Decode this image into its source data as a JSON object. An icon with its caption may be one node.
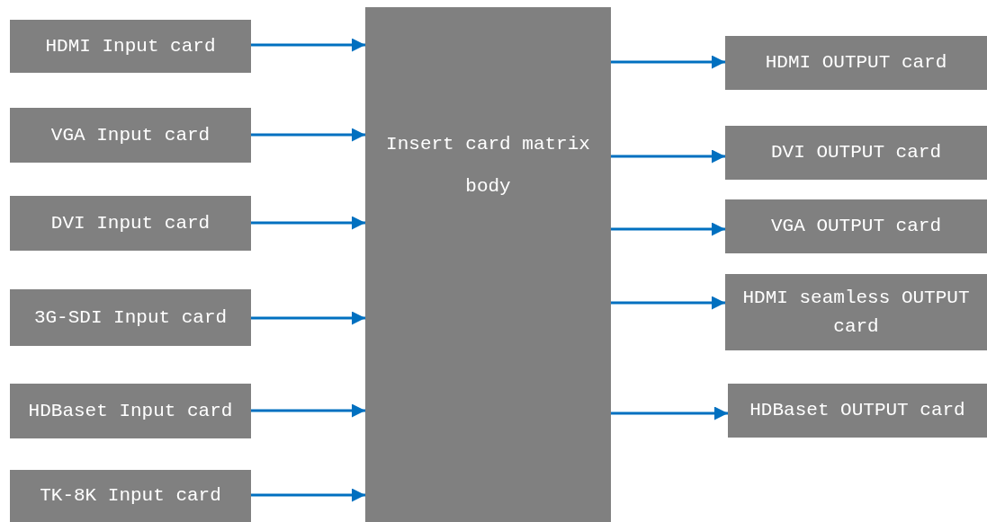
{
  "diagram": {
    "nodes": [
      {
        "text": [
          "HDMI Input card"
        ]
      },
      {
        "text": [
          "VGA Input card"
        ]
      },
      {
        "text": [
          "DVI Input card"
        ]
      },
      {
        "text": [
          "3G-SDI Input card"
        ]
      },
      {
        "text": [
          "HDBaset Input card"
        ]
      },
      {
        "text": [
          "TK-8K Input card"
        ]
      },
      {
        "text": [
          "Insert card matrix body"
        ]
      },
      {
        "text": [
          "HDMI OUTPUT card"
        ]
      },
      {
        "text": [
          "DVI OUTPUT card"
        ]
      },
      {
        "text": [
          "VGA OUTPUT card"
        ]
      },
      {
        "text": [
          "HDMI seamless OUTPUT card"
        ]
      },
      {
        "text": [
          "HDBaset OUTPUT card"
        ]
      }
    ],
    "edges": [
      {
        "from": 0,
        "to": 6,
        "arrow": "to"
      },
      {
        "from": 1,
        "to": 6,
        "arrow": "to"
      },
      {
        "from": 2,
        "to": 6,
        "arrow": "to"
      },
      {
        "from": 3,
        "to": 6,
        "arrow": "to"
      },
      {
        "from": 4,
        "to": 6,
        "arrow": "to"
      },
      {
        "from": 5,
        "to": 6,
        "arrow": "to"
      },
      {
        "from": 6,
        "to": 7,
        "arrow": "to"
      },
      {
        "from": 6,
        "to": 8,
        "arrow": "to"
      },
      {
        "from": 6,
        "to": 9,
        "arrow": "to"
      },
      {
        "from": 6,
        "to": 10,
        "arrow": "to"
      },
      {
        "from": 6,
        "to": 11,
        "arrow": "to"
      }
    ]
  }
}
